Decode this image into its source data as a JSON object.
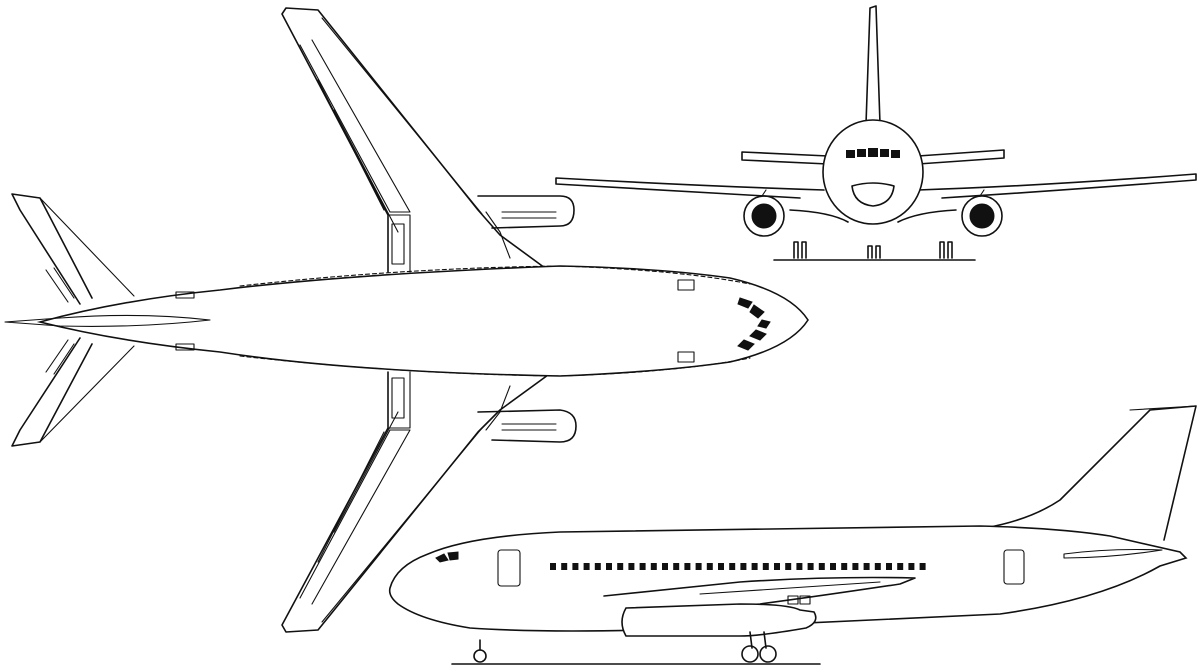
{
  "drawing": {
    "type": "three-view aircraft line drawing",
    "views": [
      "plan",
      "front",
      "side"
    ],
    "ink_color": "#111111",
    "paper_color": "#ffffff"
  }
}
